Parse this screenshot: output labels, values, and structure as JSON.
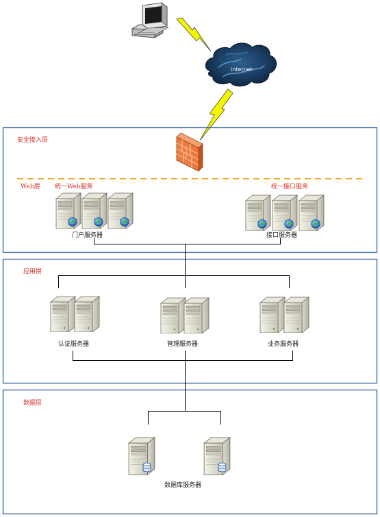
{
  "cloud": {
    "label": "internet"
  },
  "layers": [
    {
      "label": "安全接入层"
    },
    {
      "label": "应用层"
    },
    {
      "label": "数据层"
    }
  ],
  "web": {
    "layer_label": "Web层",
    "unified_web_service": "统一Web服务",
    "unified_api_service": "统一接口服务",
    "portal_servers": "门户服务器",
    "api_servers": "接口服务器"
  },
  "app": {
    "auth_servers": "认证服务器",
    "mgmt_servers": "管理服务器",
    "biz_servers": "业务服务器"
  },
  "data": {
    "db_servers": "数据库服务器"
  },
  "colors": {
    "layer_border": "#2f5e9e",
    "label_red": "#d9312b",
    "dash": "#f5a623",
    "bolt": "#f5f500",
    "firewall": "#e8703a",
    "cloud": "#1c3f6b"
  }
}
